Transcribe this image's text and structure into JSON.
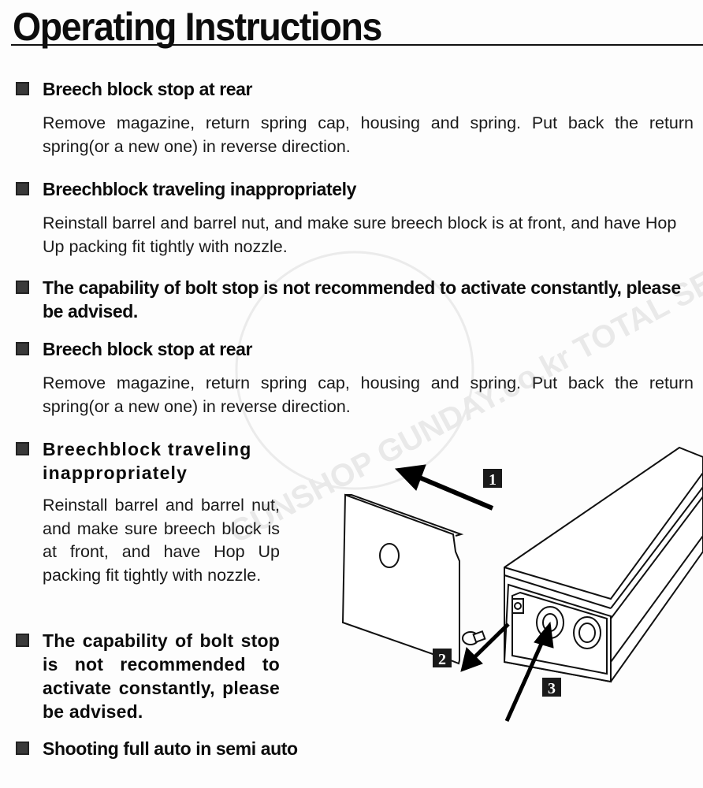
{
  "page": {
    "title": "Operating Instructions"
  },
  "sections": [
    {
      "heading": "Breech block stop at rear",
      "body": "Remove magazine, return spring cap, housing and spring. Put back the return spring(or a new one) in reverse direction."
    },
    {
      "heading": "Breechblock traveling inappropriately",
      "body": "Reinstall barrel and barrel nut, and make sure breech block is at front, and have Hop Up packing fit tightly with nozzle."
    },
    {
      "heading": "The capability of bolt stop is not recommended to activate constantly, please be advised."
    },
    {
      "heading": "Breech block stop at rear",
      "body": "Remove magazine, return spring cap, housing and spring. Put back the return spring(or a new one) in reverse direction."
    },
    {
      "heading": "Breechblock traveling inappropriately",
      "body": "Reinstall barrel and barrel nut, and make sure breech block is at front, and have Hop Up packing fit tightly with nozzle."
    },
    {
      "heading": "The capability of bolt stop is not recommended to activate constantly, please be advised."
    },
    {
      "heading": "Shooting full auto in semi auto"
    }
  ],
  "diagram": {
    "step_labels": [
      "1",
      "2",
      "3"
    ]
  },
  "watermark": {
    "text": "GUNSHOP GUNDAY.co.kr TOTAL SERVICE"
  },
  "colors": {
    "text": "#111111",
    "bullet": "#3a3a3a"
  }
}
